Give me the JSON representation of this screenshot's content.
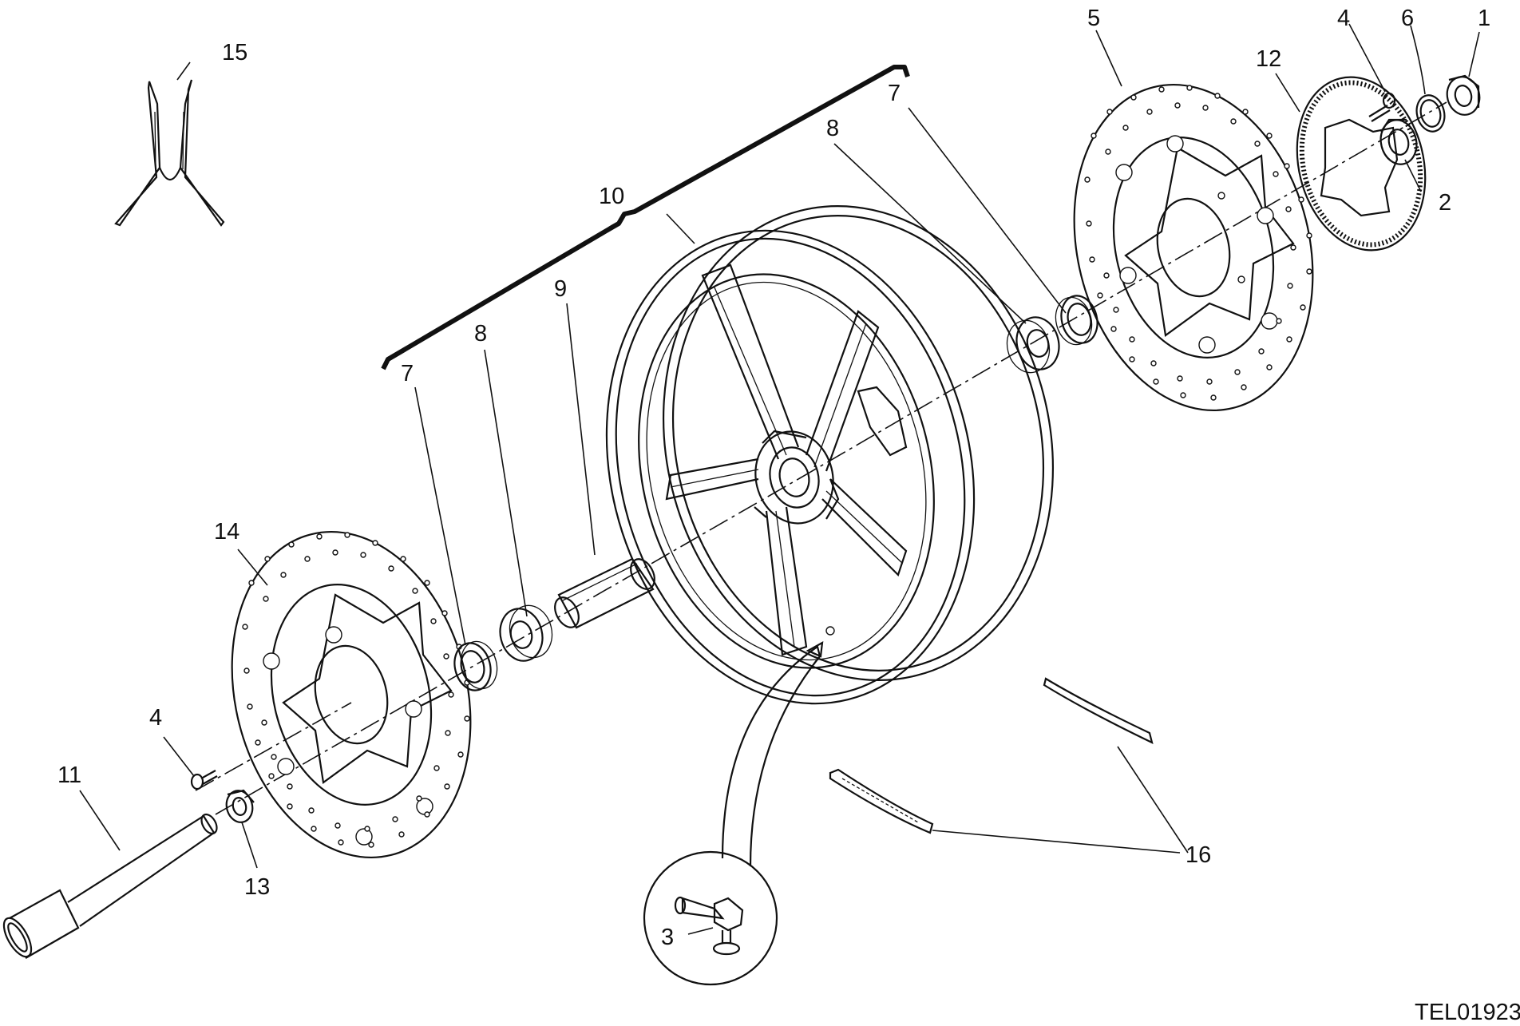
{
  "callouts": {
    "c1": "1",
    "c2": "2",
    "c3": "3",
    "c4a": "4",
    "c4b": "4",
    "c5": "5",
    "c6": "6",
    "c7a": "7",
    "c7b": "7",
    "c8a": "8",
    "c8b": "8",
    "c9": "9",
    "c10": "10",
    "c11": "11",
    "c12": "12",
    "c13": "13",
    "c14": "14",
    "c15": "15",
    "c16": "16"
  },
  "drawing_code": "TEL01923"
}
